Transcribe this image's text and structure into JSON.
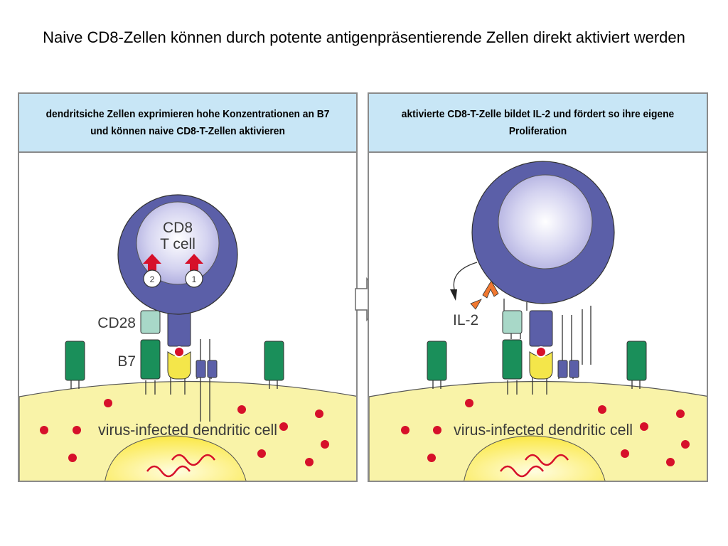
{
  "title": "Naive CD8-Zellen können durch potente antigenpräsentierende Zellen direkt aktiviert werden",
  "panels": [
    {
      "header": "dendritsiche Zellen exprimieren hohe Konzentrationen an B7 und können naive CD8-T-Zellen aktivieren",
      "cell_label_line1": "CD8",
      "cell_label_line2": "T cell",
      "signal_1": "1",
      "signal_2": "2",
      "cd28_label": "CD28",
      "b7_label": "B7",
      "dendritic_label": "virus-infected dendritic cell"
    },
    {
      "header": "aktivierte CD8-T-Zelle bildet IL-2 und fördert so ihre eigene Proliferation",
      "il2_label": "IL-2",
      "dendritic_label": "virus-infected dendritic cell"
    }
  ],
  "colors": {
    "t_cell_outer": "#5b5fa8",
    "t_cell_inner": "#c9c8ec",
    "dendritic_cell": "#f9f3a8",
    "nucleus": "#fbef6a",
    "b7_green": "#1a8f5a",
    "cd28": "#a8d8c8",
    "mhc_yellow": "#f4e64a",
    "peptide_red": "#d6102a",
    "il2_orange": "#f07830",
    "header_blue": "#c8e6f6"
  }
}
